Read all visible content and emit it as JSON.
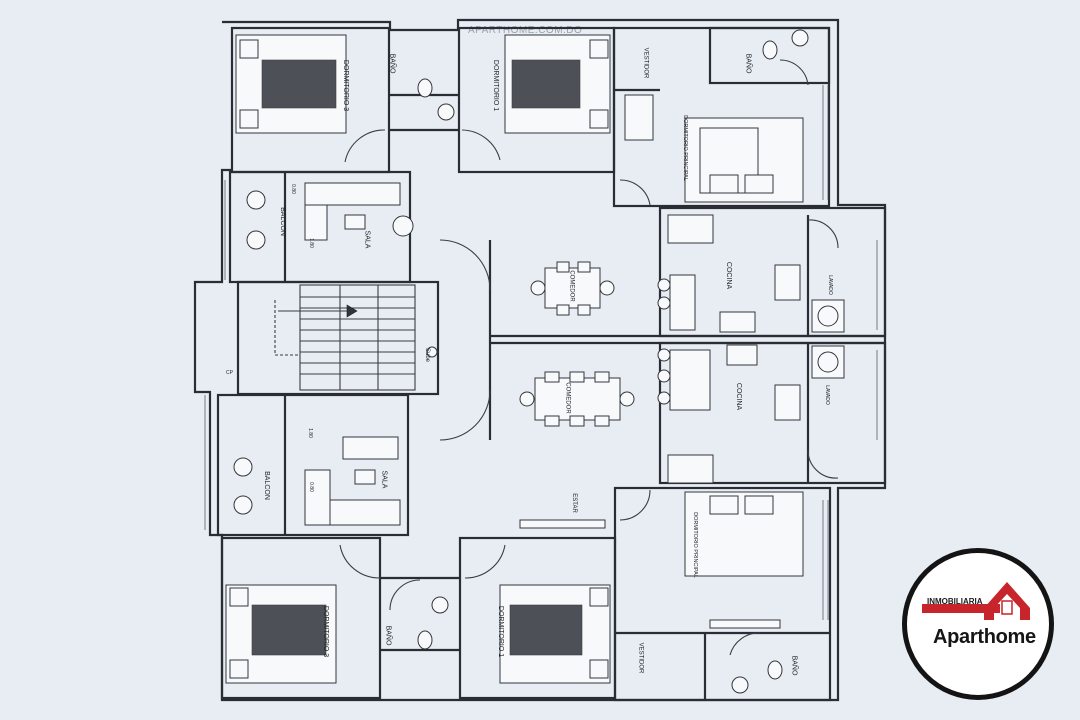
{
  "watermark": "APARTHOME.COM.DO",
  "brand": {
    "tagline": "INMOBILIARIA",
    "name": "Aparthome",
    "accent_color": "#c8242b",
    "icon": "house-key-icon"
  },
  "labels": {
    "bano": "BAÑO",
    "dormitorio_3": "DORMITORIO 3",
    "dormitorio_1": "DORMITORIO 1",
    "dormitorio_principal": "DORMITORIO PRINCIPAL",
    "vestidor": "VESTIDOR",
    "balcon": "BALCON",
    "sala": "SALA",
    "comedor": "COMEDOR",
    "cocina": "COCINA",
    "lavado": "LAVADO",
    "estar": "ESTAR",
    "sube": "Sube",
    "dim_180": "1.80",
    "dim_080": "0.80",
    "cp": "CP"
  }
}
